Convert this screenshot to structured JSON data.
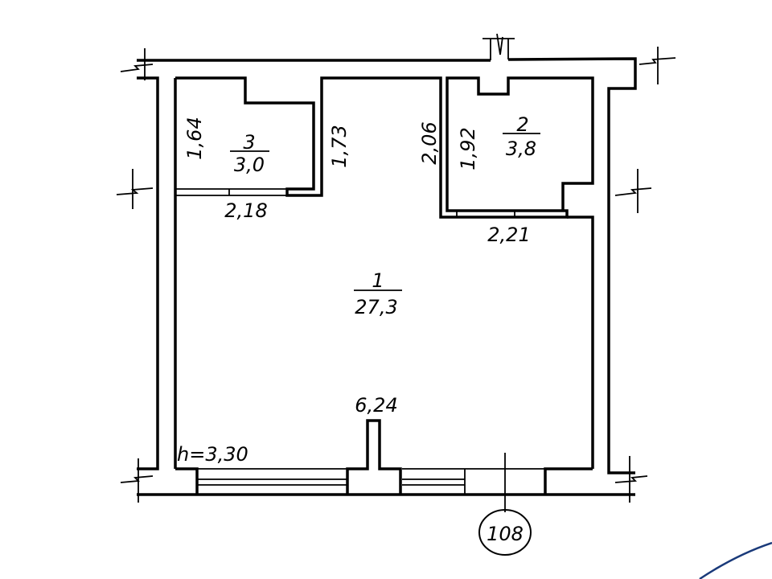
{
  "plan": {
    "rooms": [
      {
        "number": "1",
        "area": "27,3"
      },
      {
        "number": "2",
        "area": "3,8"
      },
      {
        "number": "3",
        "area": "3,0"
      }
    ],
    "dimensions": {
      "room3_left": "1,64",
      "room3_right": "1,73",
      "room3_bottom": "2,18",
      "room2_outer_left": "2,06",
      "room2_left": "1,92",
      "room2_bottom": "2,21",
      "room1_width": "6,24"
    },
    "ceiling_height": "h=3,30",
    "axis_marker": "108"
  }
}
